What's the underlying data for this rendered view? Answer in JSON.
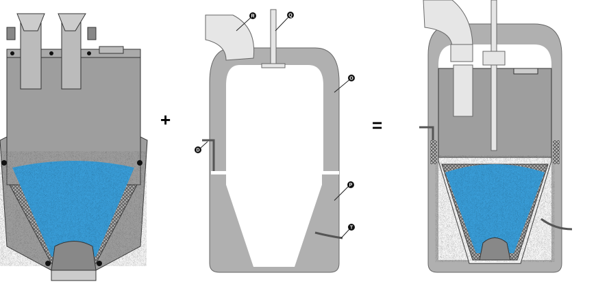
{
  "operators": {
    "plus": "+",
    "equals": "="
  },
  "labels": {
    "r": "R",
    "q": "Q",
    "o": "O",
    "d": "D",
    "p": "P",
    "t": "T"
  },
  "colors": {
    "wall": "#a9a9a9",
    "light": "#e0e0e0",
    "water": "#3aa0dc",
    "inner": "#8f8f8f"
  }
}
